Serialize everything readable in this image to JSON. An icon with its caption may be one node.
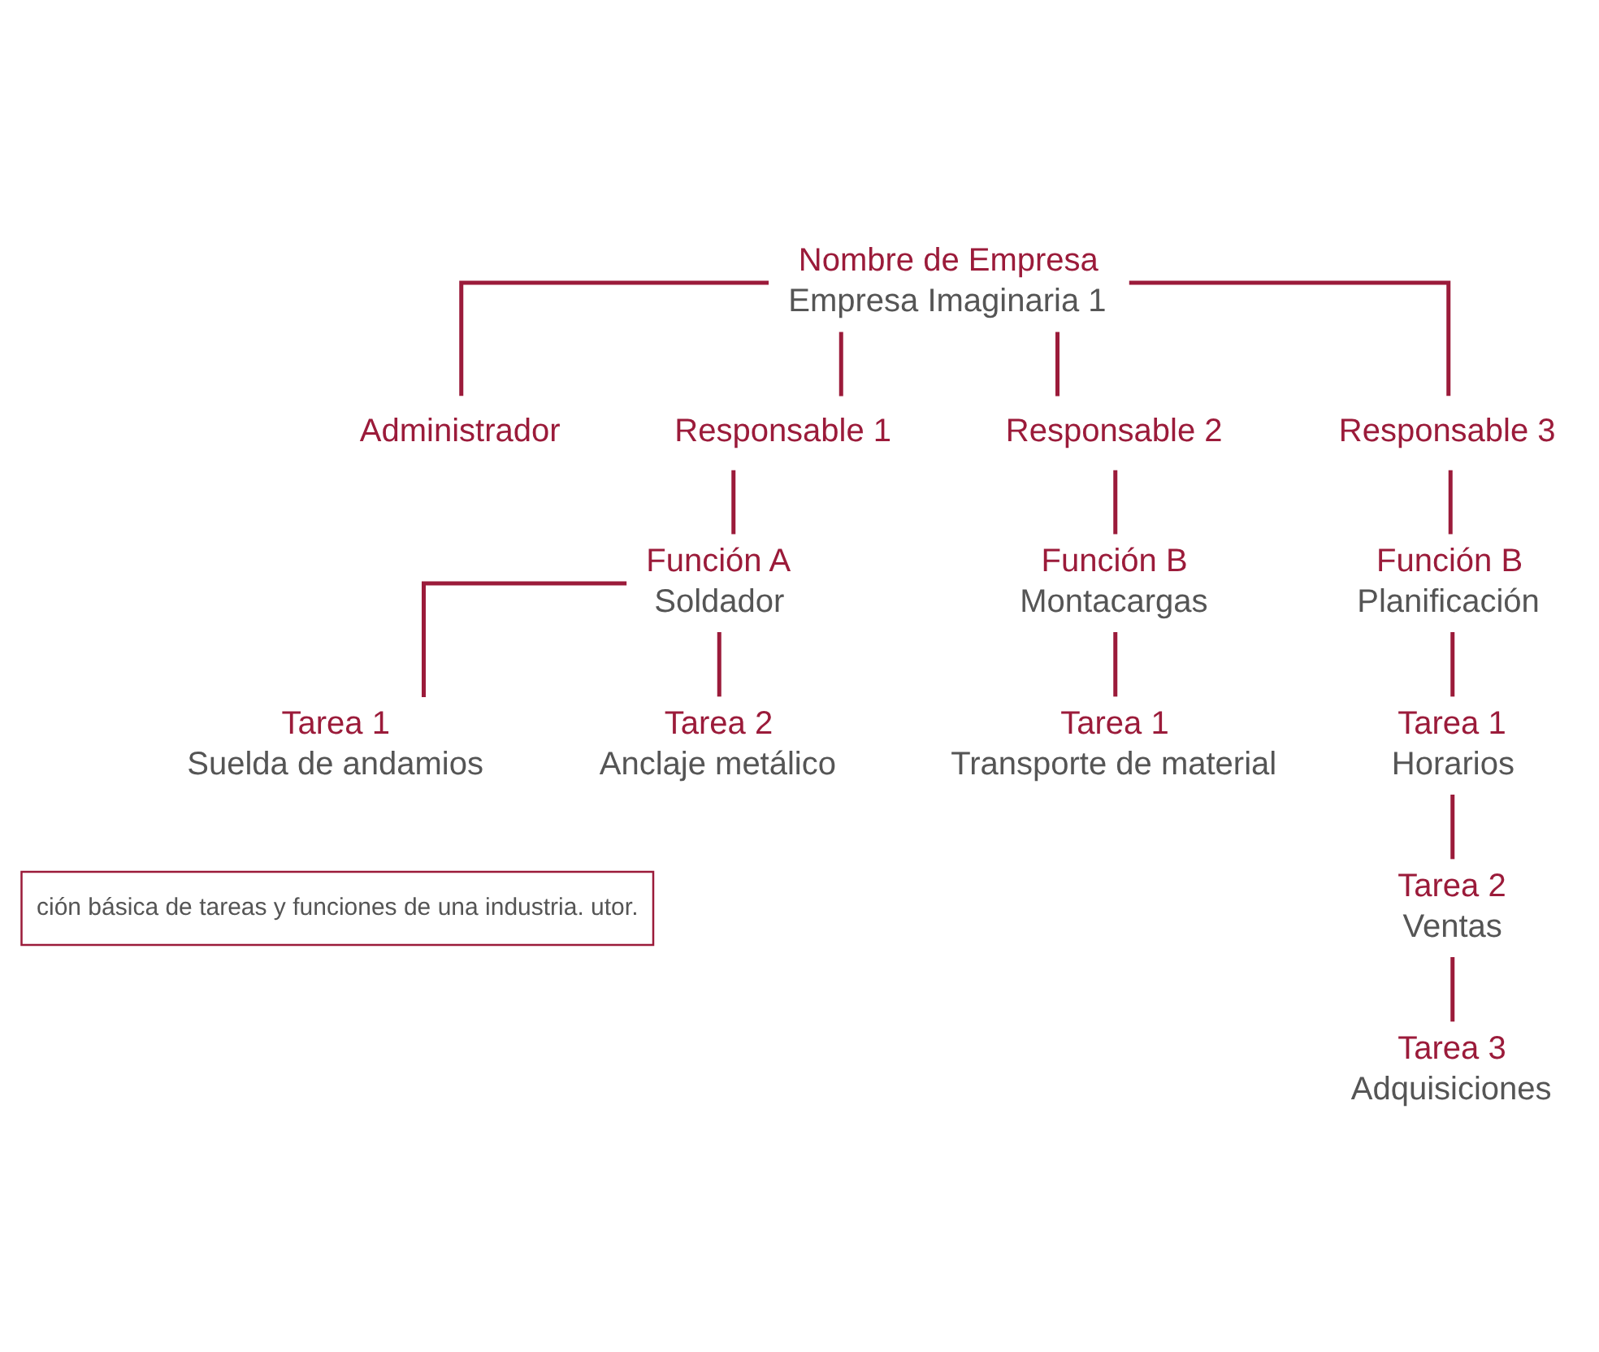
{
  "diagram": {
    "nodes": [
      {
        "text": [
          "Nombre de Empresa",
          "Empresa Imaginaria 1"
        ]
      },
      {
        "text": [
          "Administrador"
        ]
      },
      {
        "text": [
          "Responsable 1"
        ]
      },
      {
        "text": [
          "Responsable 2"
        ]
      },
      {
        "text": [
          "Responsable 3"
        ]
      },
      {
        "text": [
          "Función A",
          "Soldador"
        ]
      },
      {
        "text": [
          "Función B",
          "Montacargas"
        ]
      },
      {
        "text": [
          "Función B",
          "Planificación"
        ]
      },
      {
        "text": [
          "Tarea 1",
          "Suelda de andamios"
        ]
      },
      {
        "text": [
          "Tarea 2",
          "Anclaje metálico"
        ]
      },
      {
        "text": [
          "Tarea 1",
          "Transporte de material"
        ]
      },
      {
        "text": [
          "Tarea 1",
          "Horarios"
        ]
      },
      {
        "text": [
          "Tarea 2",
          "Ventas"
        ]
      },
      {
        "text": [
          "Tarea 3",
          "Adquisiciones"
        ]
      }
    ],
    "edges": [
      {
        "from": 0,
        "to": 1,
        "arrow": "none"
      },
      {
        "from": 0,
        "to": 2,
        "arrow": "none"
      },
      {
        "from": 0,
        "to": 3,
        "arrow": "none"
      },
      {
        "from": 0,
        "to": 4,
        "arrow": "none"
      },
      {
        "from": 2,
        "to": 5,
        "arrow": "none"
      },
      {
        "from": 3,
        "to": 6,
        "arrow": "none"
      },
      {
        "from": 4,
        "to": 7,
        "arrow": "none"
      },
      {
        "from": 5,
        "to": 8,
        "arrow": "none"
      },
      {
        "from": 5,
        "to": 9,
        "arrow": "none"
      },
      {
        "from": 6,
        "to": 10,
        "arrow": "none"
      },
      {
        "from": 7,
        "to": 11,
        "arrow": "none"
      },
      {
        "from": 11,
        "to": 12,
        "arrow": "none"
      },
      {
        "from": 12,
        "to": 13,
        "arrow": "none"
      }
    ],
    "labels": [
      "ción básica de tareas y funciones de una industria. utor."
    ]
  }
}
